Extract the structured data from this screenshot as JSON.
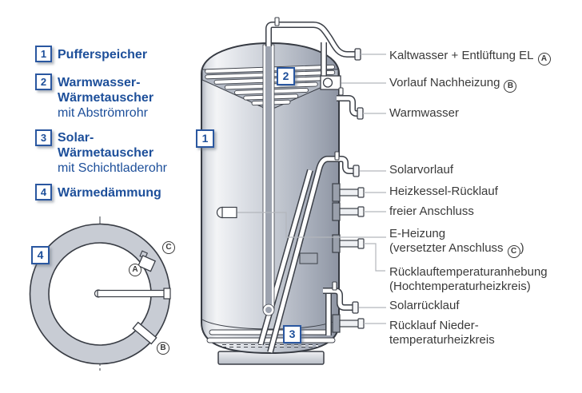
{
  "colors": {
    "accent_blue": "#1d4f9a",
    "badge_border": "#2a57a0",
    "label_gray": "#3a3a3a",
    "tank_outline": "#3b3f47",
    "insulation_gray": "#c8ccd4"
  },
  "legend": {
    "items": [
      {
        "num": "1",
        "lines": [
          {
            "text": "Pufferspeicher",
            "bold": true
          }
        ]
      },
      {
        "num": "2",
        "lines": [
          {
            "text": "Warmwasser-",
            "bold": true
          },
          {
            "text": "Wärmetauscher",
            "bold": true
          },
          {
            "text": "mit Abströmrohr",
            "bold": false
          }
        ]
      },
      {
        "num": "3",
        "lines": [
          {
            "text": "Solar-",
            "bold": true
          },
          {
            "text": "Wärmetauscher",
            "bold": true
          },
          {
            "text": "mit Schichtladerohr",
            "bold": false
          }
        ]
      },
      {
        "num": "4",
        "lines": [
          {
            "text": "Wärmedämmung",
            "bold": true
          }
        ]
      }
    ]
  },
  "diagram_badges": {
    "tank": "1",
    "top_exchanger": "2",
    "solar_exchanger": "3",
    "insulation": "4"
  },
  "ports": {
    "a": "A",
    "b": "B",
    "c": "C"
  },
  "right_labels": {
    "kaltwasser": {
      "text": "Kaltwasser + Entlüftung EL",
      "letter": "A"
    },
    "vorlauf_nachheizung": {
      "text": "Vorlauf Nachheizung",
      "letter": "B"
    },
    "warmwasser": {
      "text": "Warmwasser"
    },
    "solarvorlauf": {
      "text": "Solarvorlauf"
    },
    "heizkessel_ruecklauf": {
      "text": "Heizkessel-Rücklauf"
    },
    "freier_anschluss": {
      "text": "freier Anschluss"
    },
    "e_heizung": {
      "line1": "E-Heizung",
      "line2_prefix": "(versetzter Anschluss",
      "letter": "C",
      "line2_suffix": ")"
    },
    "ruecklauftemp": {
      "line1": "Rücklauftemperaturanhebung",
      "line2": "(Hochtemperaturheizkreis)"
    },
    "solarruecklauf": {
      "text": "Solarrücklauf"
    },
    "ruecklauf_nieder": {
      "line1": "Rücklauf Nieder-",
      "line2": "temperaturheizkreis"
    }
  }
}
